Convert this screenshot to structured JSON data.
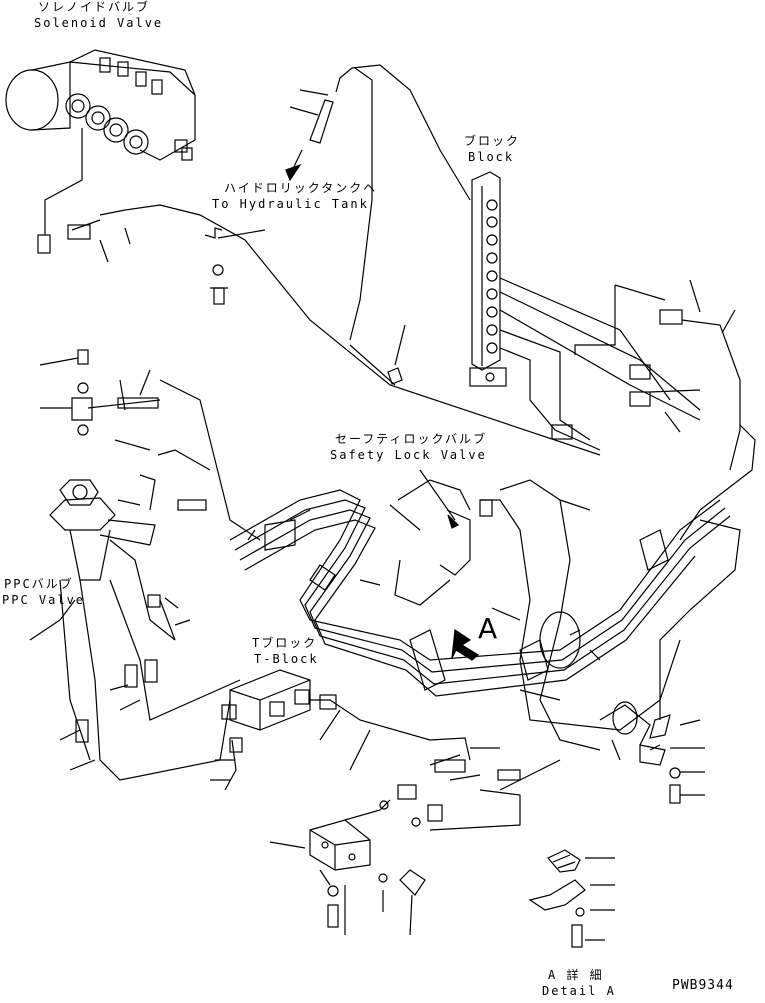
{
  "labels": {
    "solenoid_jp": "ソレノイドバルブ",
    "solenoid_en": "Solenoid Valve",
    "tank_jp": "ハイドロリックタンクへ",
    "tank_en": "To Hydraulic Tank",
    "block_jp": "ブロック",
    "block_en": "Block",
    "safety_jp": "セーフティロックバルブ",
    "safety_en": "Safety Lock Valve",
    "ppc_jp": "PPCバルブ",
    "ppc_en": "PPC Valve",
    "tblock_jp": "Tブロック",
    "tblock_en": "T-Block",
    "arrow_a": "A",
    "detail_jp": "A 詳 細",
    "detail_en": "Detail A",
    "drawing_code": "PWB9344"
  }
}
